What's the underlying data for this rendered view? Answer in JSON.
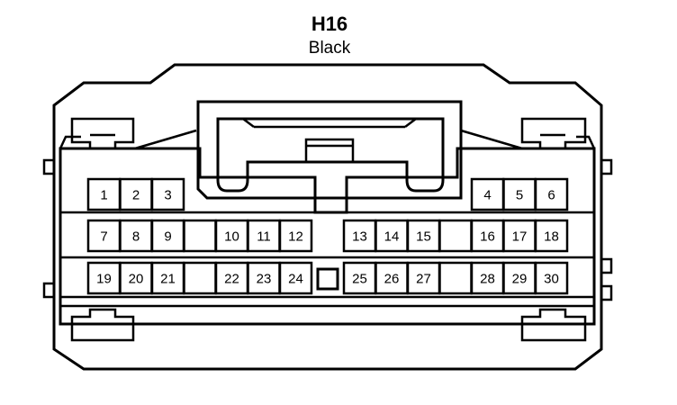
{
  "connector": {
    "id": "H16",
    "color": "Black"
  },
  "pins": [
    {
      "label": "1"
    },
    {
      "label": "2"
    },
    {
      "label": "3"
    },
    {
      "label": "4"
    },
    {
      "label": "5"
    },
    {
      "label": "6"
    },
    {
      "label": "7"
    },
    {
      "label": "8"
    },
    {
      "label": "9"
    },
    {
      "label": "10"
    },
    {
      "label": "11"
    },
    {
      "label": "12"
    },
    {
      "label": "13"
    },
    {
      "label": "14"
    },
    {
      "label": "15"
    },
    {
      "label": "16"
    },
    {
      "label": "17"
    },
    {
      "label": "18"
    },
    {
      "label": "19"
    },
    {
      "label": "20"
    },
    {
      "label": "21"
    },
    {
      "label": "22"
    },
    {
      "label": "23"
    },
    {
      "label": "24"
    },
    {
      "label": "25"
    },
    {
      "label": "26"
    },
    {
      "label": "27"
    },
    {
      "label": "28"
    },
    {
      "label": "29"
    },
    {
      "label": "30"
    }
  ]
}
